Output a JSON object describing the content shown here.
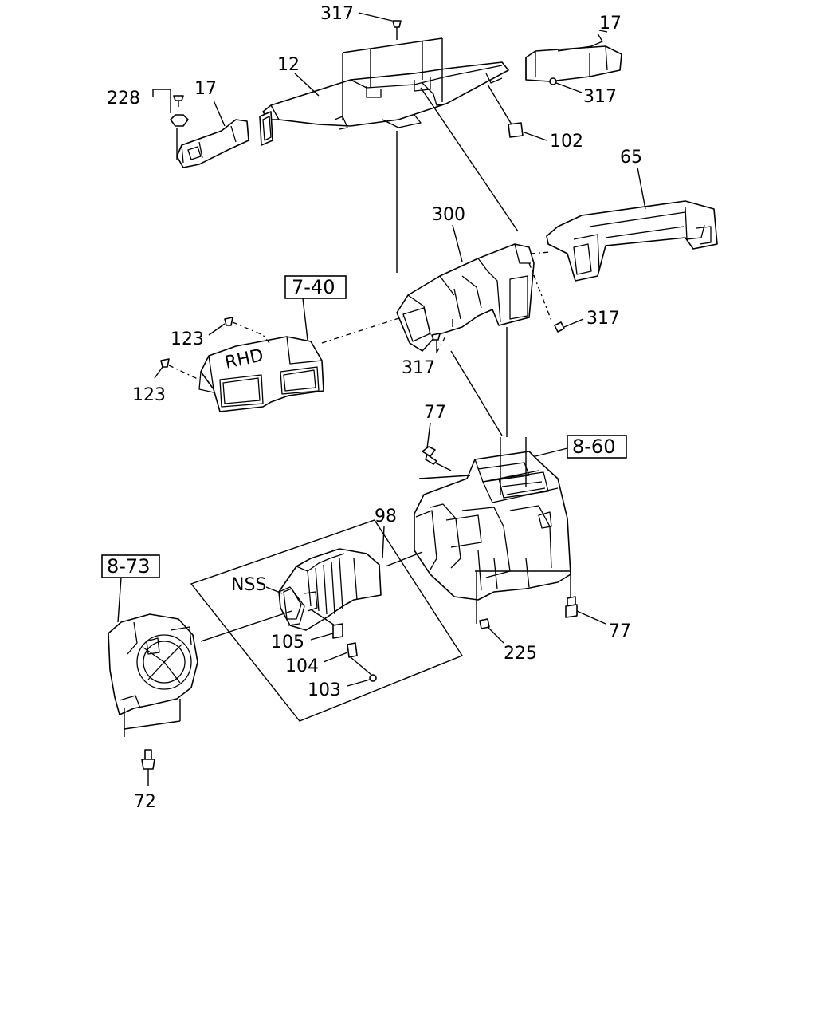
{
  "labels": {
    "p317_top": "317",
    "p17_right": "17",
    "p12": "12",
    "p228": "228",
    "p17_left": "17",
    "p317_right_top": "317",
    "p102": "102",
    "p65": "65",
    "p300": "300",
    "p317_mid_right": "317",
    "p317_mid": "317",
    "p123_a": "123",
    "p123_b": "123",
    "p77_top": "77",
    "p98": "98",
    "nss": "NSS",
    "p105": "105",
    "p104": "104",
    "p103": "103",
    "p225": "225",
    "p77_right": "77",
    "p72": "72",
    "rhd": "RHD"
  },
  "refs": {
    "r740": "7-40",
    "r860": "8-60",
    "r873": "8-73"
  }
}
